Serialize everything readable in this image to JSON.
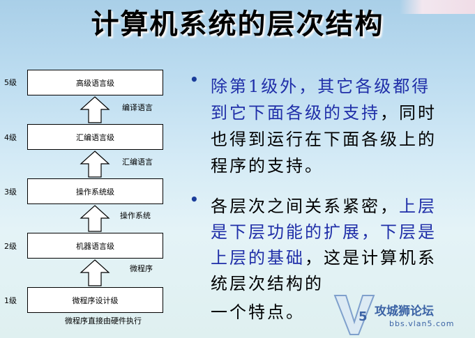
{
  "title": "计算机系统的层次结构",
  "levels": [
    {
      "num": "5级",
      "box": "高级语言级"
    },
    {
      "num": "4级",
      "box": "汇编语言级"
    },
    {
      "num": "3级",
      "box": "操作系统级"
    },
    {
      "num": "2级",
      "box": "机器语言级"
    },
    {
      "num": "1级",
      "box": "微程序设计级"
    }
  ],
  "arrow_labels": [
    "编译语言",
    "汇编语言",
    "操作系统",
    "微程序"
  ],
  "bottom_note": "微程序直接由硬件执行",
  "bullets": [
    {
      "lines": [
        [
          {
            "text": "除第1级外，其它各级都得",
            "blue": true
          }
        ],
        [
          {
            "text": "到它下面各级的支持",
            "blue": true
          },
          {
            "text": "，同时",
            "blue": false
          }
        ],
        [
          {
            "text": "也得到运行在下面各级上的",
            "blue": false
          }
        ],
        [
          {
            "text": "程序的支持。",
            "blue": false
          }
        ]
      ]
    },
    {
      "lines": [
        [
          {
            "text": "各层次之间关系紧密，",
            "blue": false
          },
          {
            "text": "上层",
            "blue": true
          }
        ],
        [
          {
            "text": "是下层功能的扩展，下层是",
            "blue": true
          }
        ],
        [
          {
            "text": "上层的基础",
            "blue": true
          },
          {
            "text": "，这是计算机系",
            "blue": false
          }
        ],
        [
          {
            "text": "统层次结构的",
            "blue": false
          }
        ],
        [
          {
            "text": "一个特点。",
            "blue": false
          }
        ]
      ]
    }
  ],
  "bullet_symbol": "•",
  "watermark": {
    "logo": "V5",
    "name": "攻城狮论坛",
    "url": "bbs.vlan5.com"
  },
  "colors": {
    "blue_text": "#1f2ea8",
    "bullet": "#1a3d9a"
  }
}
